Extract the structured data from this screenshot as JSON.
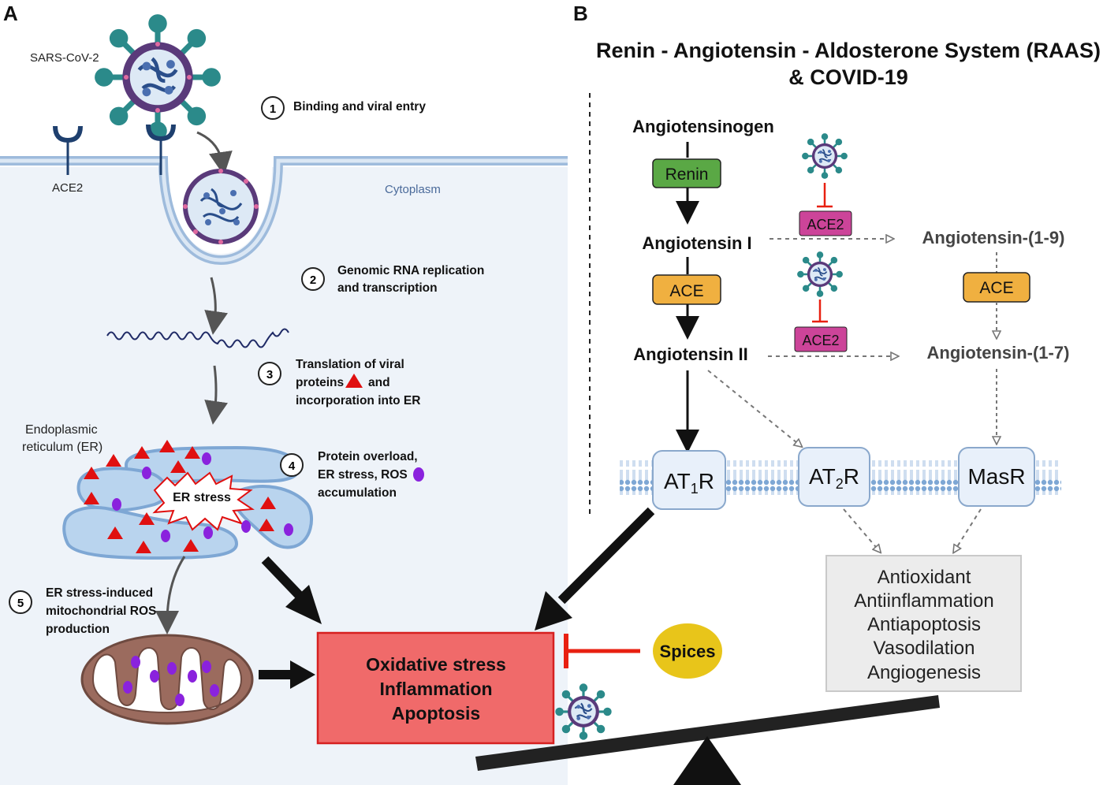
{
  "panel_a": {
    "letter": "A",
    "virus_label": "SARS-CoV-2",
    "receptor_label": "ACE2",
    "cytoplasm_label": "Cytoplasm",
    "steps": [
      {
        "num": "1",
        "lines": [
          "Binding and viral entry"
        ]
      },
      {
        "num": "2",
        "lines": [
          "Genomic RNA replication",
          "and transcription"
        ]
      },
      {
        "num": "3",
        "lines": [
          "Translation of viral",
          "proteins",
          "and",
          "incorporation into ER"
        ]
      },
      {
        "num": "4",
        "lines": [
          "Protein overload,",
          "ER stress, ROS",
          "accumulation"
        ]
      },
      {
        "num": "5",
        "lines": [
          "ER stress-induced",
          "mitochondrial ROS",
          "production"
        ]
      }
    ],
    "er_label": [
      "Endoplasmic",
      "reticulum (ER)"
    ],
    "er_stress": "ER stress",
    "outcome": [
      "Oxidative stress",
      "Inflammation",
      "Apoptosis"
    ],
    "spices": "Spices"
  },
  "panel_b": {
    "letter": "B",
    "title": [
      "Renin - Angiotensin - Aldosterone System (RAAS)",
      "& COVID-19"
    ],
    "angiotensinogen": "Angiotensinogen",
    "renin": "Renin",
    "ang1": "Angiotensin I",
    "ace_left": "ACE",
    "ang2": "Angiotensin II",
    "ace2_top": "ACE2",
    "ace2_bottom": "ACE2",
    "ang19": "Angiotensin-(1-9)",
    "ace_right": "ACE",
    "ang17": "Angiotensin-(1-7)",
    "at1r": {
      "main": "AT",
      "sub": "1",
      "end": "R"
    },
    "at2r": {
      "main": "AT",
      "sub": "2",
      "end": "R"
    },
    "masr": "MasR",
    "benefits": [
      "Antioxidant",
      "Antiinflammation",
      "Antiapoptosis",
      "Vasodilation",
      "Angiogenesis"
    ]
  },
  "colors": {
    "renin": "#5aa845",
    "ace": "#f0b040",
    "ace2": "#cc4499",
    "outcome_fill": "#f06a6a",
    "outcome_border": "#d62020",
    "spices": "#e8c51a",
    "er": "#b9d4ee",
    "virus_spike": "#2b8a8a",
    "virus_ring": "#5a3a7a",
    "membrane": "#8aa8cc"
  }
}
